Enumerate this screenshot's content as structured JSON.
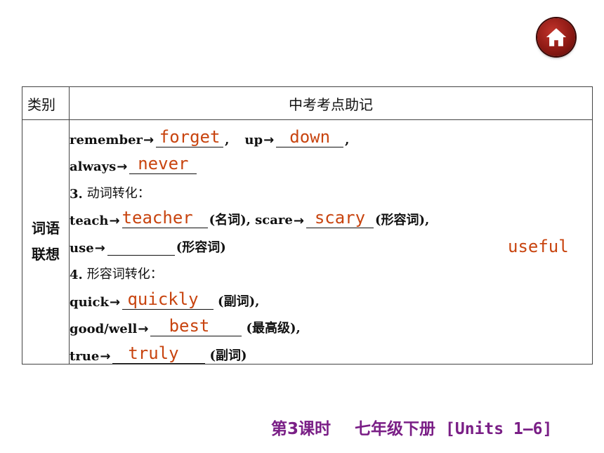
{
  "header": {
    "col1": "类别",
    "col2": "中考考点助记"
  },
  "category": {
    "line1": "词语",
    "line2": "联想"
  },
  "lines": {
    "l1_a": "remember",
    "l1_ans1": "forget",
    "l1_b": ",",
    "l1_c": "up",
    "l1_ans2": "down",
    "l1_d": ",",
    "l2_a": "always",
    "l2_ans1": "never",
    "l3_heading_num": "3.",
    "l3_heading_cn": "动词转化：",
    "l4_a": "teach",
    "l4_ans1": "teacher",
    "l4_b": "(名词), scare",
    "l4_ans2": "scary",
    "l4_c": "(形容词),",
    "l5_a": "use",
    "l5_b": "(形容词)",
    "l6_heading_num": "4.",
    "l6_heading_cn": "形容词转化：",
    "l7_a": "quick",
    "l7_ans1": "quickly",
    "l7_b": "(副词),",
    "l8_a": "good/well",
    "l8_ans1": "best",
    "l8_b": "(最高级),",
    "l9_a": "true",
    "l9_ans1": "truly",
    "l9_b": "(副词)"
  },
  "floating_answer": "useful",
  "footer": {
    "lesson": "第3课时",
    "book": "七年级下册",
    "units": "[Units 1—6]"
  },
  "icons": {
    "home": "home-icon",
    "arrow": "right-arrow"
  },
  "colors": {
    "answer": "#c8440f",
    "footer": "#7a1f86",
    "home_button": "#8e1a14"
  }
}
